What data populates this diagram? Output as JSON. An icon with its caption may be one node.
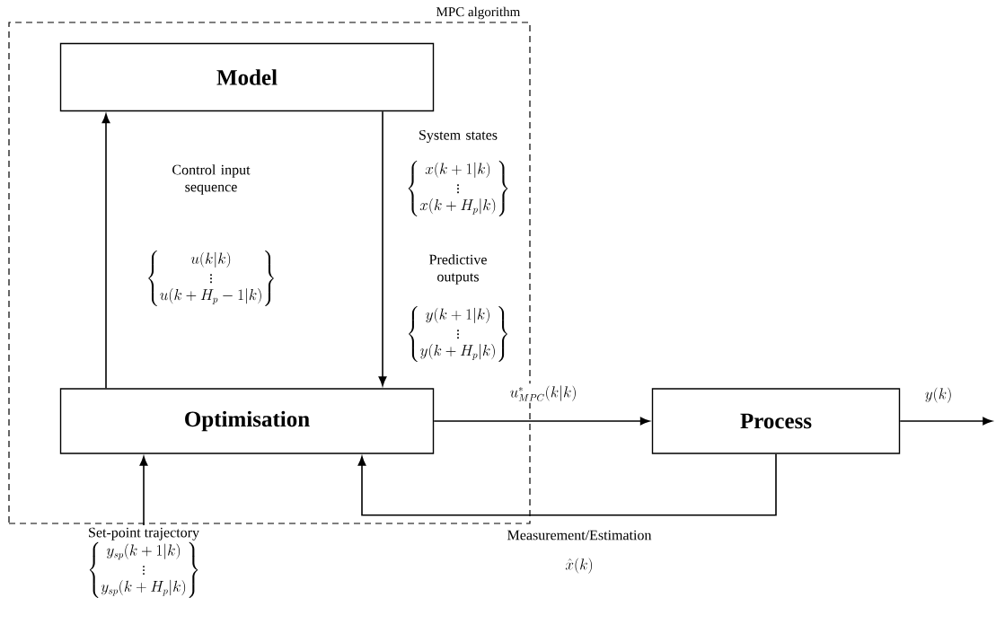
{
  "diagram": {
    "nodes": [
      {
        "text": [
          "MPC algorithm"
        ]
      },
      {
        "text": [
          "Model"
        ],
        "in": 0
      },
      {
        "text": [
          "Optimisation"
        ],
        "in": 0
      },
      {
        "text": [
          "Process"
        ]
      },
      {
        "text": [
          "Set-point trajectory",
          "\\left\\{\\begin{matrix} y_{sp}(k+1|k)\\\\ \\vdots \\\\ y_{sp}(k+H_p|k)\\end{matrix}\\right\\}"
        ]
      }
    ],
    "edges": [
      {
        "from": 2,
        "to": 1,
        "arrow": "to"
      },
      {
        "from": 1,
        "to": 2,
        "arrow": "to"
      },
      {
        "from": 2,
        "to": 3,
        "arrow": "to",
        "label": "u^{*}_{MPC}(k|k)"
      },
      {
        "from": 3,
        "to": null,
        "arrow": "to",
        "label": "y(k)"
      },
      {
        "from": 3,
        "to": 2,
        "arrow": "to",
        "label": "Measurement/Estimation"
      },
      {
        "from": 4,
        "to": 2,
        "arrow": "to"
      }
    ],
    "labels": [
      "Control input sequence",
      "\\left\\{\\begin{matrix} u(k|k)\\\\ \\vdots \\\\ u(k+H_p-1|k)\\end{matrix}\\right\\}",
      "System states",
      "\\left\\{\\begin{matrix} x(k+1|k)\\\\ \\vdots \\\\ x(k+H_p|k)\\end{matrix}\\right\\}",
      "Predictive outputs",
      "\\left\\{\\begin{matrix} y(k+1|k)\\\\ \\vdots \\\\ y(k+H_p|k)\\end{matrix}\\right\\}",
      "\\hat{x}(k)"
    ]
  }
}
